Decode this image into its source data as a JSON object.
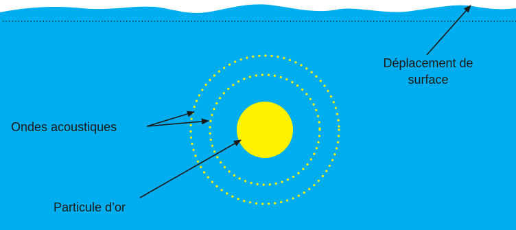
{
  "colors": {
    "water": "#00ADEE",
    "particle": "#FFF200",
    "wave_dots": "#FFF200",
    "surface_line": "#1A1A1A",
    "arrows": "#1A1A1A",
    "text": "#1A1A1A"
  },
  "labels": {
    "surface_displacement_line1": "Déplacement de",
    "surface_displacement_line2": "surface",
    "acoustic_waves": "Ondes acoustiques",
    "gold_particle": "Particule d’or"
  }
}
